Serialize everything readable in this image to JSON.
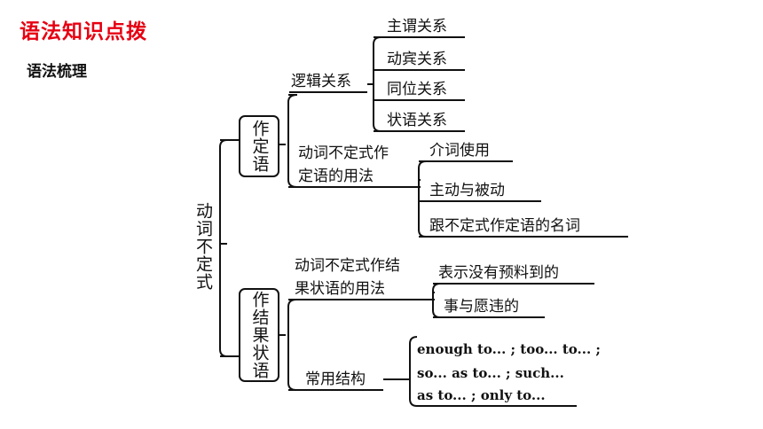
{
  "header": {
    "title": "语法知识点拨",
    "subtitle": "语法梳理"
  },
  "diagram": {
    "root": "动词不定式",
    "attributive": {
      "label": "作定语",
      "logic": {
        "label": "逻辑关系",
        "items": [
          "主谓关系",
          "动宾关系",
          "同位关系",
          "状语关系"
        ]
      },
      "usage": {
        "label_line1": "动词不定式作",
        "label_line2": "定语的用法",
        "items": [
          "介词使用",
          "主动与被动",
          "跟不定式作定语的名词"
        ]
      }
    },
    "result": {
      "label": "作结果状语",
      "usage": {
        "label_line1": "动词不定式作结",
        "label_line2": "果状语的用法",
        "items": [
          "表示没有预料到的",
          "事与愿违的"
        ]
      },
      "common": {
        "label": "常用结构",
        "lines": [
          "enough to... ; too... to... ;",
          "so... as to... ; such...",
          "as to... ; only to..."
        ]
      }
    }
  }
}
